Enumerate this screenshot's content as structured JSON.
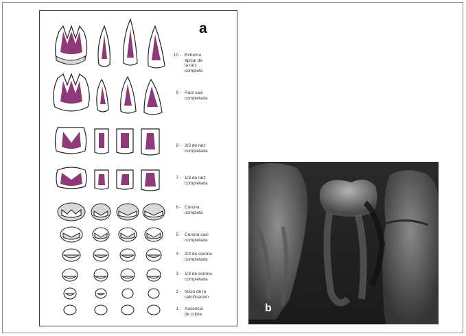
{
  "panel_a": {
    "label": "a",
    "stages": [
      {
        "num": "10 -",
        "text": "Extremo\napical de\nla raíz\ncompleto"
      },
      {
        "num": "9 -",
        "text": "Raíz casi\ncompletada"
      },
      {
        "num": "8 -",
        "text": "2/3 de raíz\ncompletada"
      },
      {
        "num": "7 -",
        "text": "1/3 de raíz\ncompletada"
      },
      {
        "num": "6 -",
        "text": "Corona\ncompleta"
      },
      {
        "num": "5 -",
        "text": "Corona casi\ncompletada"
      },
      {
        "num": "4 -",
        "text": "2/3 de corona\ncompletada"
      },
      {
        "num": "3 -",
        "text": "1/3 de corona\ncompletada"
      },
      {
        "num": "2 -",
        "text": "Inicio de la\ncalcificación"
      },
      {
        "num": "1 -",
        "text": "Ausencia\nde cripta"
      }
    ],
    "colors": {
      "pulp": "#8e3a78",
      "enamel": "#d8d8d8",
      "outline": "#222222"
    }
  },
  "panel_b": {
    "label": "b"
  }
}
